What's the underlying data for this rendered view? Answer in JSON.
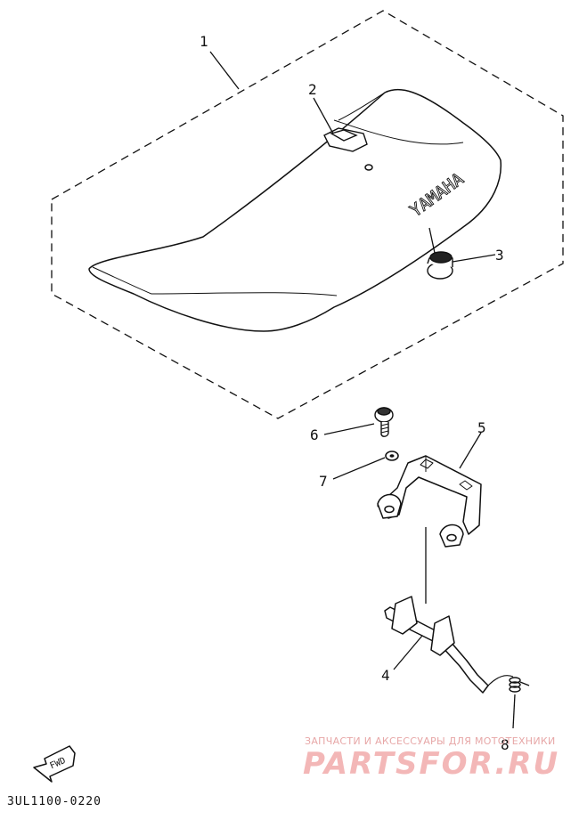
{
  "callouts": [
    "1",
    "2",
    "3",
    "4",
    "5",
    "6",
    "7",
    "8"
  ],
  "seat_brand": "YAMAHA",
  "fwd_label": "FWD",
  "diagram_code": "3UL1100-0220",
  "watermark": {
    "tagline": "ЗАПЧАСТИ И АКСЕССУАРЫ ДЛЯ МОТОТЕХНИКИ",
    "brand": "PARTSFOR.RU"
  }
}
